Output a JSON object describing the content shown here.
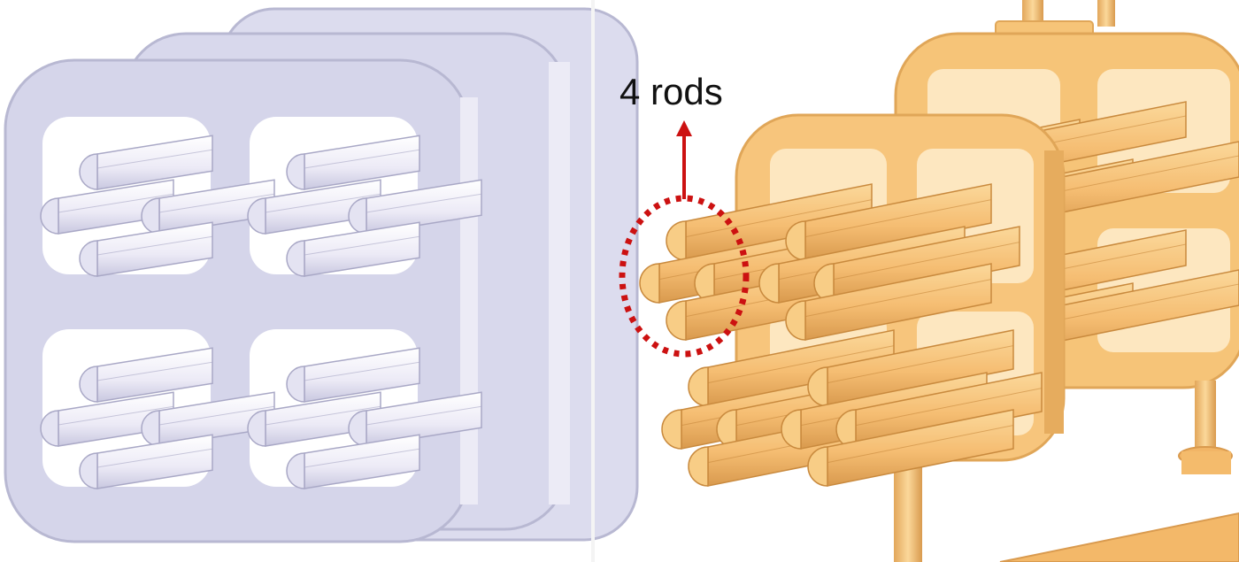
{
  "annotation": {
    "label": "4 rods"
  },
  "colors": {
    "left_frame": "#d5d5ea",
    "left_frame_edge": "#b8b8d2",
    "left_rod": "#f2f1fa",
    "left_rod_shadow": "#c9c8e0",
    "right_frame": "#f6c478",
    "right_frame_edge": "#e0a658",
    "right_rod": "#f5bd72",
    "right_rod_light": "#fbd89a",
    "right_rod_shadow": "#d99a4e",
    "callout": "#cc1111"
  },
  "panels": {
    "left": {
      "style": "wireframe-gray",
      "frames": 3,
      "windows_per_frame": 4,
      "rods_per_window": 4
    },
    "right": {
      "style": "solid-orange",
      "frames": 2,
      "windows_per_frame": 4,
      "rods_per_window": 4
    }
  }
}
